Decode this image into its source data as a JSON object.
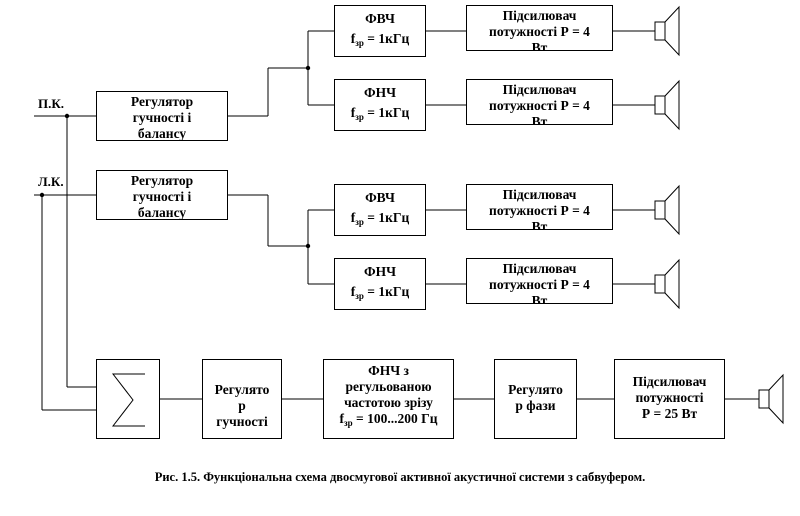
{
  "inputs": {
    "right": "П.К.",
    "left": "Л.К."
  },
  "regulator_vb_1": [
    "Регулятор",
    "гучності і",
    "балансу"
  ],
  "regulator_vb_2": [
    "Регулятор",
    "гучності і",
    "балансу"
  ],
  "hpf_1": {
    "name": "ФВЧ",
    "f_sym": "f",
    "f_sub": "зр",
    "f_val": " = 1кГц"
  },
  "lpf_1": {
    "name": "ФНЧ",
    "f_sym": "f",
    "f_sub": "зр",
    "f_val": " = 1кГц"
  },
  "hpf_2": {
    "name": "ФВЧ",
    "f_sym": "f",
    "f_sub": "зр",
    "f_val": " = 1кГц"
  },
  "lpf_2": {
    "name": "ФНЧ",
    "f_sym": "f",
    "f_sub": "зр",
    "f_val": " = 1кГц"
  },
  "amp_1": [
    "Підсилювач",
    "потужності Р = 4",
    "Вт"
  ],
  "amp_2": [
    "Підсилювач",
    "потужності Р = 4",
    "Вт"
  ],
  "amp_3": [
    "Підсилювач",
    "потужності Р = 4",
    "Вт"
  ],
  "amp_4": [
    "Підсилювач",
    "потужності Р = 4",
    "Вт"
  ],
  "summator_symbol": "Σ",
  "sub_volume": [
    "Регулято",
    "р",
    "гучності"
  ],
  "sub_lpf": {
    "lines": [
      "ФНЧ з",
      "регульованою",
      "частотою зрізу"
    ],
    "f_sym": "f",
    "f_sub": "зр",
    "f_val": " = 100...200 Гц"
  },
  "sub_phase": [
    "Регулято",
    "р фази"
  ],
  "sub_amp": [
    "Підсилювач",
    "потужності",
    "Р = 25 Вт"
  ],
  "caption": "Рис. 1.5. Функціональна схема двосмугової активної акустичної системи з сабвуфером.",
  "icons": [
    "speaker-icon",
    "sigma-icon"
  ]
}
